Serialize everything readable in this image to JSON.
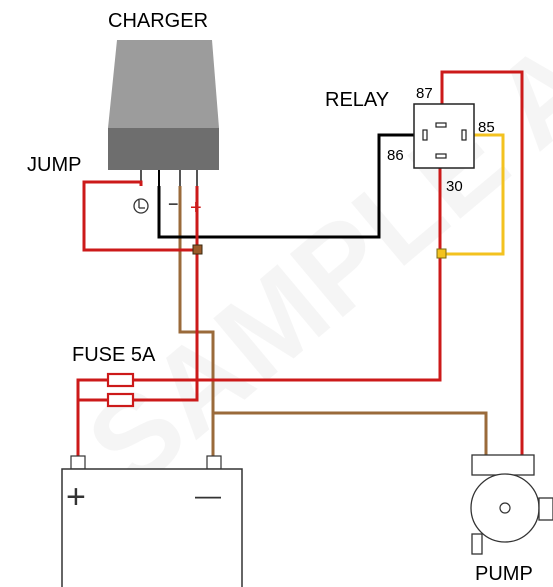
{
  "labels": {
    "charger": "CHARGER",
    "jump": "JUMP",
    "relay": "RELAY",
    "pin_87": "87",
    "pin_85": "85",
    "pin_86": "86",
    "pin_30": "30",
    "fuse": "FUSE 5A",
    "pump": "PUMP",
    "charger_minus": "−",
    "charger_plus": "+",
    "battery_plus": "+",
    "battery_minus": "—"
  },
  "watermark": "SAMPLE AS DEFAULT",
  "colors": {
    "red_wire": "#cc1a1a",
    "brown_wire": "#9a6a3a",
    "yellow_wire": "#f3c21f",
    "black_wire": "#000000",
    "charger_body": "#6e6e6e",
    "charger_top": "#9c9c9c"
  }
}
